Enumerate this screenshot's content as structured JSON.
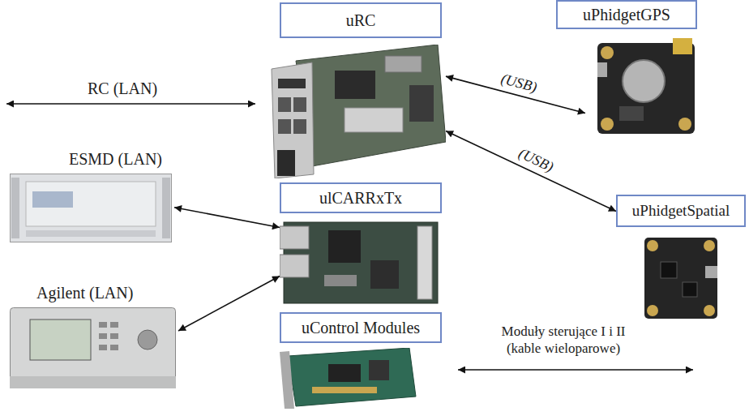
{
  "diagram": {
    "nodes": [
      {
        "text": [
          "uRC"
        ]
      },
      {
        "text": [
          "uPhidgetGPS"
        ]
      },
      {
        "text": [
          "ESMD (LAN)"
        ]
      },
      {
        "text": [
          "ulCARRxTx"
        ]
      },
      {
        "text": [
          "uPhidgetSpatial"
        ]
      },
      {
        "text": [
          "Agilent (LAN)"
        ]
      },
      {
        "text": [
          "uControl Modules"
        ]
      }
    ],
    "edges": [
      {
        "from": 0,
        "to": 1,
        "arrow": "both",
        "label": "(USB)"
      },
      {
        "from": 0,
        "to": 4,
        "arrow": "both",
        "label": "(USB)"
      },
      {
        "from": 2,
        "to": 3,
        "arrow": "both"
      },
      {
        "from": 5,
        "to": 3,
        "arrow": "both"
      }
    ],
    "labels": [
      "RC (LAN)",
      "Moduły sterujące I i II (kable wieloparowe)"
    ]
  }
}
